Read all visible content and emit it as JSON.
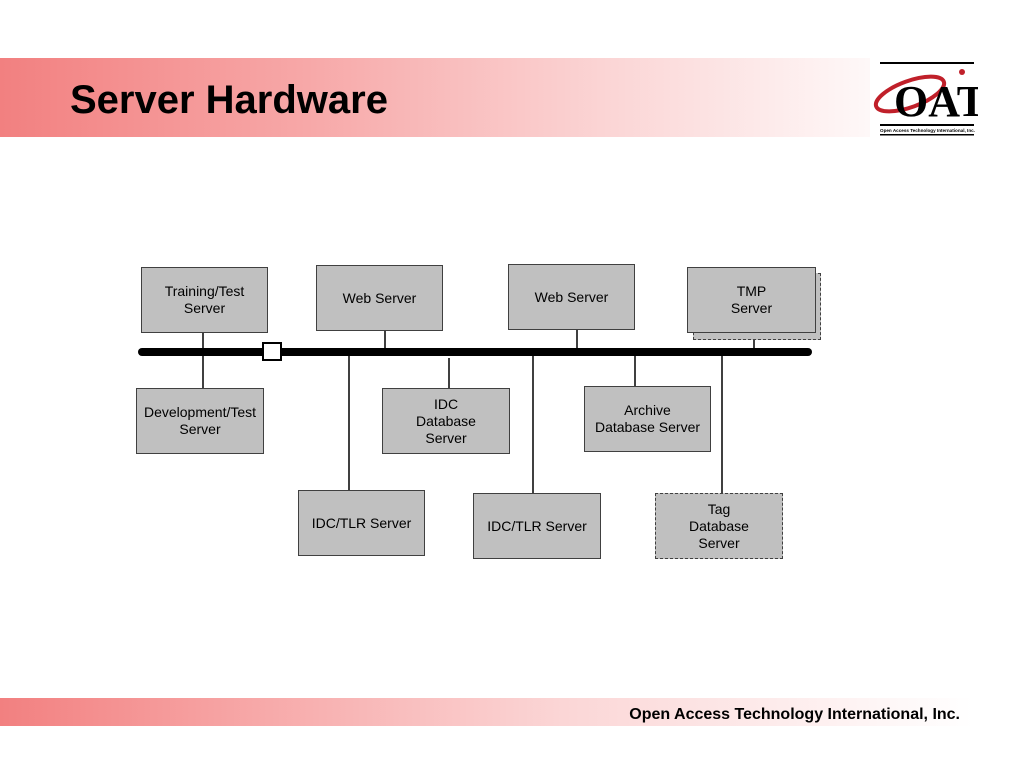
{
  "header": {
    "title": "Server Hardware"
  },
  "logo": {
    "mark": "OATI",
    "tagline": "Open Access Technology International, Inc."
  },
  "footer": {
    "company": "Open Access Technology International, Inc."
  },
  "diagram": {
    "top_servers": {
      "training_test": "Training/Test\nServer",
      "web_server_1": "Web Server",
      "web_server_2": "Web Server",
      "tmp": "TMP\nServer"
    },
    "bottom_servers": {
      "development_test": "Development/Test\nServer",
      "idc_database": "IDC\nDatabase\nServer",
      "archive_database": "Archive\nDatabase Server",
      "idc_tlr_1": "IDC/TLR Server",
      "idc_tlr_2": "IDC/TLR Server",
      "tag_database": "Tag\nDatabase\nServer"
    }
  },
  "colors": {
    "accent": "#f28080",
    "box_fill": "#c0c0c0",
    "logo_red": "#c0202a"
  }
}
